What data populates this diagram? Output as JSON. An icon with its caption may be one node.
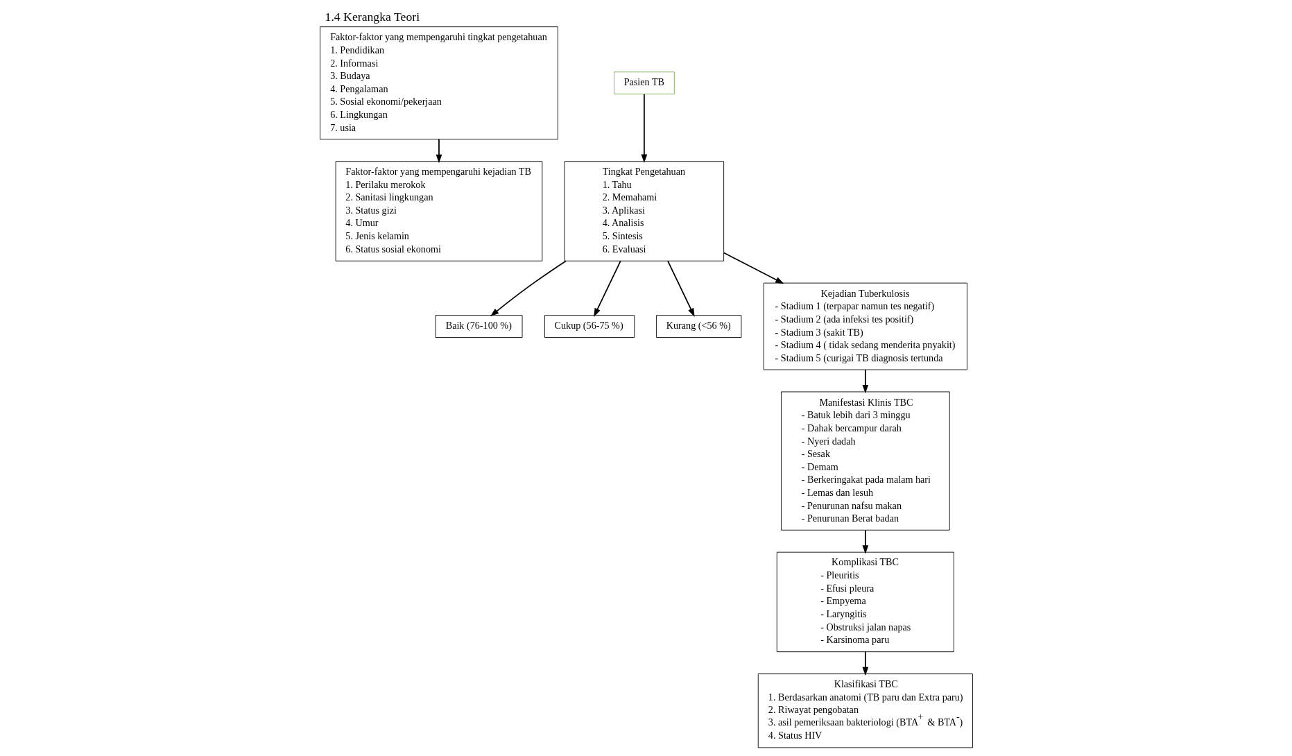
{
  "diagram": {
    "title": "1.4 Kerangka Teori",
    "nodes": [
      {
        "text": [
          "Faktor-faktor yang mempengaruhi tingkat pengetahuan",
          "1. Pendidikan",
          "2. Informasi",
          "3. Budaya",
          "4. Pengalaman",
          "5. Sosial ekonomi/pekerjaan",
          "6. Lingkungan",
          "7. usia"
        ]
      },
      {
        "text": [
          "Pasien TB"
        ]
      },
      {
        "text": [
          "Tingkat Pengetahuan",
          "1. Tahu",
          "2. Memahami",
          "3. Aplikasi",
          "4. Analisis",
          "5. Sintesis",
          "6. Evaluasi"
        ]
      },
      {
        "text": [
          "Baik (76-100 %)"
        ]
      },
      {
        "text": [
          "Cukup (56-75 %)"
        ]
      },
      {
        "text": [
          "Kurang (<56 %)"
        ]
      },
      {
        "text": [
          "Faktor-faktor yang mempengaruhi kejadian TB",
          "1. Perilaku merokok",
          "2. Sanitasi lingkungan",
          "3. Status gizi",
          "4. Umur",
          "5. Jenis kelamin",
          "6. Status sosial ekonomi"
        ]
      },
      {
        "text": [
          "Kejadian Tuberkulosis",
          "- Stadium 1 (terpapar namun tes negatif)",
          "- Stadium 2 (ada infeksi tes positif)",
          "- Stadium 3 (sakit TB)",
          "- Stadium 4 ( tidak sedang menderita pnyakit)",
          "- Stadium 5 (curigai TB diagnosis tertunda"
        ]
      },
      {
        "text": [
          "Manifestasi Klinis TBC",
          "- Batuk lebih dari 3 minggu",
          "- Dahak bercampur darah",
          "- Nyeri dadah",
          "- Sesak",
          "- Demam",
          "- Berkeringakat pada malam hari",
          "- Lemas dan lesuh",
          "- Penurunan nafsu makan",
          "- Penurunan Berat badan"
        ]
      },
      {
        "text": [
          "Klasifikasi TBC",
          "1. Berdasarkan anatomi (TB paru dan Extra paru)",
          "2. Riwayat pengobatan",
          "3. asil pemeriksaan bakteriologi (BTA$^{+}$ & BTA$^{-}$)",
          "4. Status HIV"
        ]
      },
      {
        "text": [
          "Komplikasi TBC",
          "- Pleuritis",
          "- Efusi pleura",
          "- Empyema",
          "- Laryngitis",
          "- Obstruksi jalan napas",
          "- Karsinoma paru"
        ]
      }
    ],
    "edges": [
      {
        "from": 0,
        "to": 6,
        "arrow": "to"
      },
      {
        "from": 1,
        "to": 2,
        "arrow": "to"
      },
      {
        "from": 2,
        "to": 3,
        "arrow": "to"
      },
      {
        "from": 2,
        "to": 4,
        "arrow": "to"
      },
      {
        "from": 2,
        "to": 5,
        "arrow": "to"
      },
      {
        "from": 2,
        "to": 7,
        "arrow": "to"
      },
      {
        "from": 7,
        "to": 8,
        "arrow": "to"
      },
      {
        "from": 8,
        "to": 10,
        "arrow": "to"
      },
      {
        "from": 10,
        "to": 9,
        "arrow": "to"
      }
    ]
  }
}
